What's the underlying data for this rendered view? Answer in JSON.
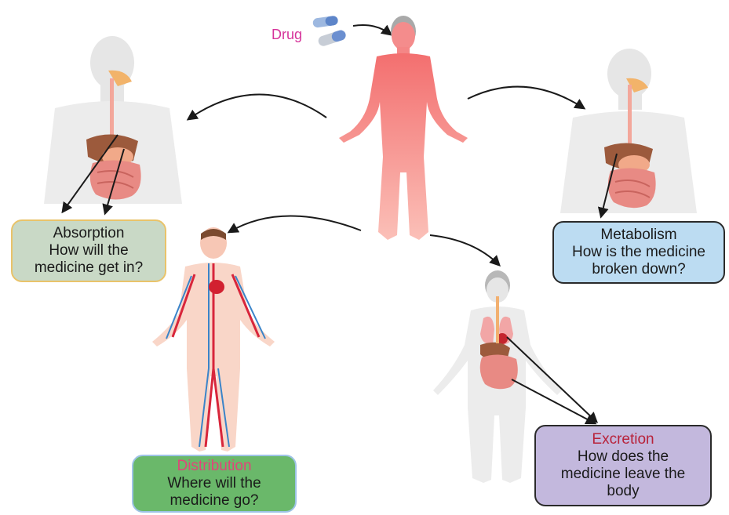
{
  "drug": {
    "label": "Drug"
  },
  "absorption": {
    "title": "Absorption",
    "line2": "How will the",
    "line3": "medicine get in?"
  },
  "metabolism": {
    "title": "Metabolism",
    "line2": "How is the medicine",
    "line3": "broken down?"
  },
  "distribution": {
    "title": "Distribution",
    "line2": "Where will the",
    "line3": "medicine go?"
  },
  "excretion": {
    "title": "Excretion",
    "line2": "How does the",
    "line3": "medicine leave the",
    "line4": "body"
  },
  "colors": {
    "drug_text": "#d6339a",
    "distribution_title": "#e0457a",
    "excretion_title": "#b8223a",
    "body_grey": "#e6e6e6",
    "central_body": "#f58b8b",
    "organs": "#e27d6e"
  },
  "icons": [
    "drug-capsule-icon",
    "human-body-icon",
    "digestive-system-icon",
    "circulatory-system-icon",
    "organs-icon"
  ]
}
